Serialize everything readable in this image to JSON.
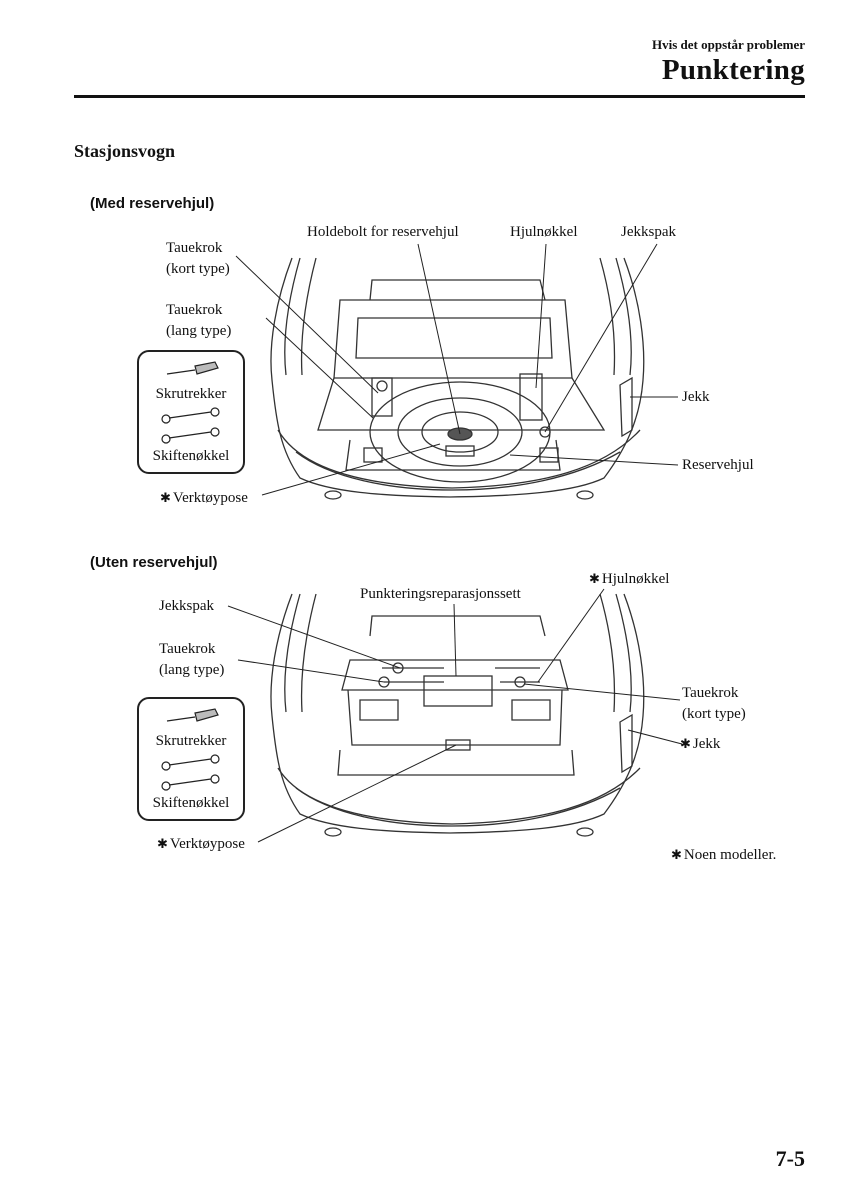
{
  "header": {
    "chapter": "Hvis det oppstår problemer",
    "title": "Punktering"
  },
  "section_title": "Stasjonsvogn",
  "with_spare": {
    "heading": "(Med reservehjul)",
    "labels": {
      "towhook_short": [
        "Tauekrok",
        "(kort type)"
      ],
      "towhook_long": [
        "Tauekrok",
        "(lang type)"
      ],
      "spare_bolt": "Holdebolt for reservehjul",
      "lug_wrench": "Hjulnøkkel",
      "jack_handle": "Jekkspak",
      "jack": "Jekk",
      "spare_tire": "Reservehjul",
      "tool_bag": "Verktøypose"
    },
    "toolbox": {
      "screwdriver": "Skrutrekker",
      "spanner": "Skiftenøkkel"
    }
  },
  "without_spare": {
    "heading": "(Uten reservehjul)",
    "labels": {
      "jack_handle": "Jekkspak",
      "towhook_long": [
        "Tauekrok",
        "(lang type)"
      ],
      "repair_kit": "Punkteringsreparasjonssett",
      "lug_wrench": "Hjulnøkkel",
      "towhook_short": [
        "Tauekrok",
        "(kort type)"
      ],
      "jack": "Jekk",
      "tool_bag": "Verktøypose"
    },
    "toolbox": {
      "screwdriver": "Skrutrekker",
      "spanner": "Skiftenøkkel"
    },
    "footnote": "Noen modeller."
  },
  "asterisk": "✱",
  "page_number": "7-5"
}
